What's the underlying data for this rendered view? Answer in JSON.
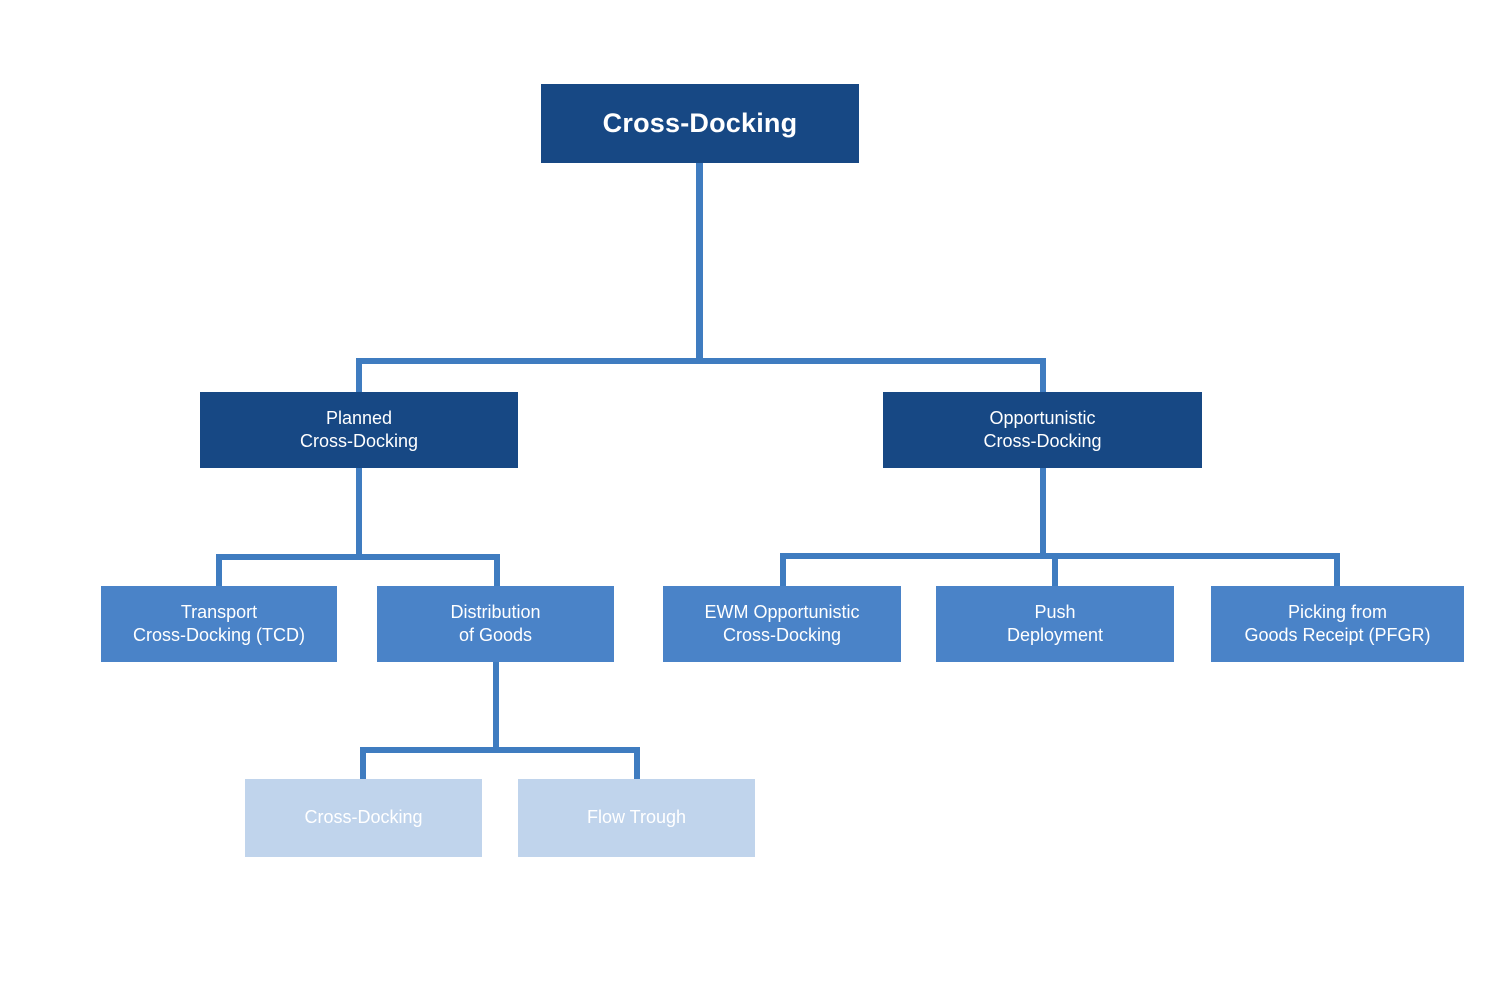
{
  "diagram": {
    "title": "Cross-Docking",
    "type": "hierarchy-tree",
    "colors": {
      "dark_blue": "#174884",
      "medium_blue": "#4a83c8",
      "light_blue": "#c0d4ec",
      "connector_blue": "#3f7cc0",
      "text": "#ffffff",
      "background": "#ffffff"
    },
    "nodes": {
      "root": {
        "label": "Cross-Docking",
        "level": 0,
        "style": "dark"
      },
      "level1": [
        {
          "id": "planned",
          "label": "Planned\nCross-Docking",
          "style": "dark"
        },
        {
          "id": "opportunistic",
          "label": "Opportunistic\nCross-Docking",
          "style": "dark"
        }
      ],
      "level2_left": [
        {
          "id": "tcd",
          "label": "Transport\nCross-Docking (TCD)",
          "style": "medium"
        },
        {
          "id": "distribution",
          "label": "Distribution\nof Goods",
          "style": "medium"
        }
      ],
      "level2_right": [
        {
          "id": "ewm-opportunistic",
          "label": "EWM Opportunistic\nCross-Docking",
          "style": "medium"
        },
        {
          "id": "push-deployment",
          "label": "Push\nDeployment",
          "style": "medium"
        },
        {
          "id": "pfgr",
          "label": "Picking from\nGoods Receipt (PFGR)",
          "style": "medium"
        }
      ],
      "level3": [
        {
          "id": "cross-docking-leaf",
          "label": "Cross-Docking",
          "style": "light"
        },
        {
          "id": "flow-trough",
          "label": "Flow Trough",
          "style": "light"
        }
      ]
    }
  }
}
